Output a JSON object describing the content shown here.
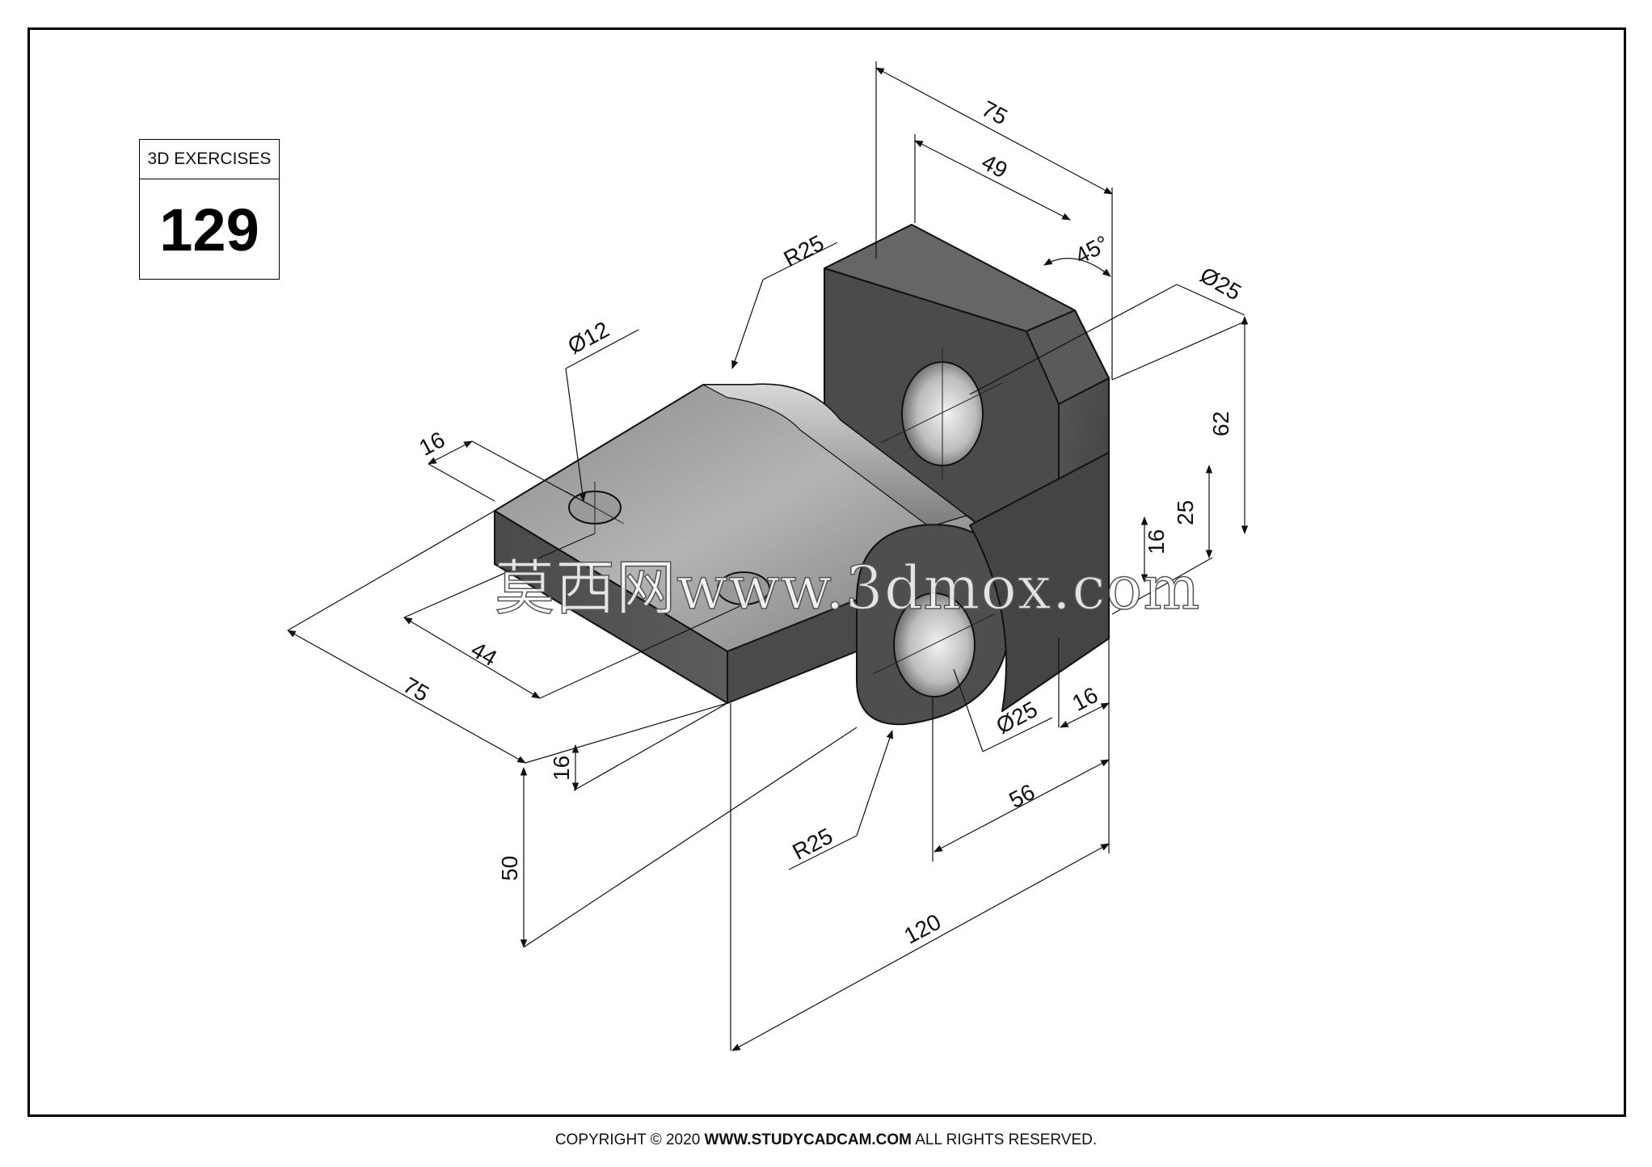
{
  "badge": {
    "label": "3D EXERCISES",
    "number": "129"
  },
  "footer": {
    "prefix": "COPYRIGHT © 2020 ",
    "site": "WWW.STUDYCADCAM.COM",
    "suffix": " ALL RIGHTS RESERVED."
  },
  "watermark": "莫西网www.3dmox.com",
  "dimensions": {
    "d75_top": "75",
    "d49": "49",
    "d45deg": "45°",
    "dia25_top": "Ø25",
    "d62": "62",
    "d25": "25",
    "d16_right": "16",
    "r25_top": "R25",
    "dia12": "Ø12",
    "d16_top": "16",
    "d44": "44",
    "d75_left": "75",
    "d16_front": "16",
    "d50": "50",
    "r25_bottom": "R25",
    "d120": "120",
    "d56": "56",
    "dia25_bottom": "Ø25",
    "d16_bottom": "16"
  },
  "colors": {
    "steel_dark": "#3a3a3a",
    "steel_mid": "#6e6e6e",
    "steel_light": "#9c9c9c",
    "hole": "#d9d9d9"
  }
}
